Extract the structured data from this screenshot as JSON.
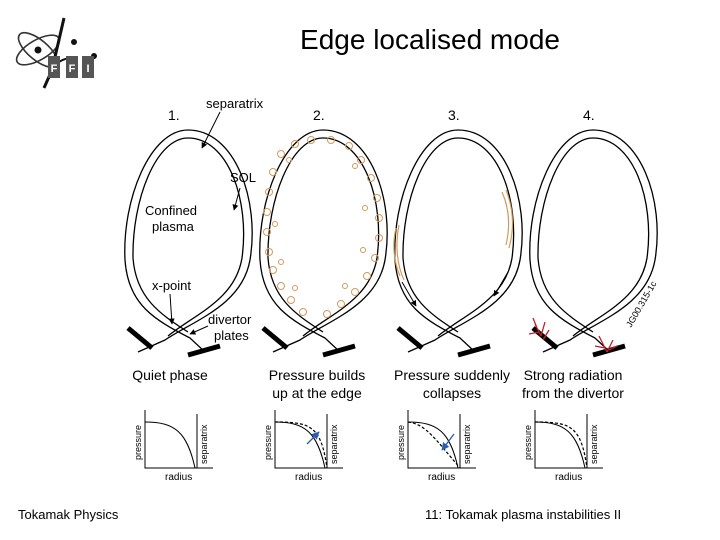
{
  "slide": {
    "title": "Edge localised mode",
    "footer_left": "Tokamak Physics",
    "footer_right": "11: Tokamak plasma instabilities II"
  },
  "diagram": {
    "panels": [
      {
        "number": "1.",
        "caption_line1": "Quiet phase",
        "caption_line2": ""
      },
      {
        "number": "2.",
        "caption_line1": "Pressure builds",
        "caption_line2": "up at the edge"
      },
      {
        "number": "3.",
        "caption_line1": "Pressure suddenly",
        "caption_line2": "collapses"
      },
      {
        "number": "4.",
        "caption_line1": "Strong radiation",
        "caption_line2": "from the divertor"
      }
    ],
    "labels": {
      "separatrix": "separatrix",
      "sol": "SOL",
      "confined_line1": "Confined",
      "confined_line2": "plasma",
      "xpoint": "x-point",
      "divertor_line1": "divertor",
      "divertor_line2": "plates",
      "code": "JG00.315-1c"
    },
    "graphs": {
      "ylabel": "pressure",
      "xlabel": "radius",
      "vline_label": "separatrix"
    }
  },
  "colors": {
    "accent_orange": "#d49a5a",
    "radiation_red": "#c0202a",
    "arrow_blue": "#2a5db0"
  }
}
